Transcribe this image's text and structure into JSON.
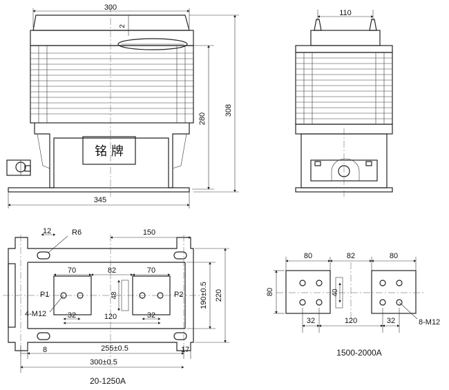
{
  "front_view": {
    "width_label": "300",
    "top_gap_label": "2",
    "height_label": "280",
    "total_height_label": "308",
    "base_width_label": "345",
    "nameplate_label": "铭 牌"
  },
  "side_view": {
    "terminal_spacing_label": "110"
  },
  "bottom_view": {
    "slot_label": "12",
    "radius_label": "R6",
    "right_width_label": "150",
    "pad_width_left": "70",
    "center_gap": "82",
    "pad_width_right": "70",
    "p1_label": "P1",
    "p2_label": "P2",
    "pad_height": "48",
    "bolt_label": "4-M12",
    "hole_span_left": "32",
    "center_span": "120",
    "hole_span_right": "32",
    "inner_height": "190±0.5",
    "outer_height": "220",
    "edge_left": "8",
    "inner_width": "255±0.5",
    "edge_right": "17",
    "outer_width": "300±0.5",
    "caption": "20-1250A"
  },
  "terminal_view": {
    "pad_width_left": "80",
    "center_gap": "82",
    "pad_width_right": "80",
    "pad_height": "80",
    "hole_vertical": "40",
    "hole_span": "32",
    "center_span": "120",
    "hole_span_right": "32",
    "bolt_label": "8-M12",
    "caption": "1500-2000A"
  }
}
